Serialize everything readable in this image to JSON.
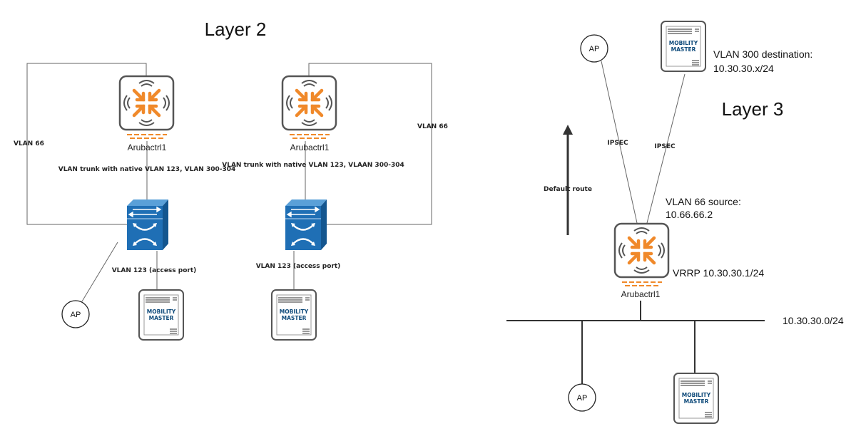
{
  "colors": {
    "accent": "#f0892a",
    "switch": "#1f6fb5",
    "mm_text": "#0e4a7a",
    "line": "#333333"
  },
  "layer2": {
    "title": "Layer 2",
    "left": {
      "controller_label": "Arubactrl1",
      "trunk_label": "VLAN trunk with native VLAN 123, VLAN 300-304",
      "vlan66_label": "VLAN 66",
      "access_label": "VLAN 123 (access port)",
      "ap_label": "AP",
      "mm_line1": "MOBILITY",
      "mm_line2": "MASTER"
    },
    "right": {
      "controller_label": "Arubactrl1",
      "trunk_label": "VLAN trunk with native VLAN 123, VLAAN 300-304",
      "vlan66_label": "VLAN 66",
      "access_label": "VLAN 123 (access port)",
      "mm_line1": "MOBILITY",
      "mm_line2": "MASTER"
    }
  },
  "layer3": {
    "title": "Layer 3",
    "ap_top_label": "AP",
    "mm_top_line1": "MOBILITY",
    "mm_top_line2": "MASTER",
    "dest_line1": "VLAN 300 destination:",
    "dest_line2": "10.30.30.x/24",
    "ipsec_left": "IPSEC",
    "ipsec_right": "IPSEC",
    "default_route": "Default route",
    "source_line1": "VLAN 66 source:",
    "source_line2": "10.66.66.2",
    "vrrp_label": "VRRP 10.30.30.1/24",
    "controller_label": "Arubactrl1",
    "subnet_label": "10.30.30.0/24",
    "ap_bottom_label": "AP",
    "mm_bottom_line1": "MOBILITY",
    "mm_bottom_line2": "MASTER"
  },
  "icons": {
    "controller": "aruba-controller-icon",
    "switch": "network-switch-icon",
    "server": "mobility-master-server-icon",
    "access_point": "access-point-icon",
    "arrow": "arrow-up-icon"
  }
}
